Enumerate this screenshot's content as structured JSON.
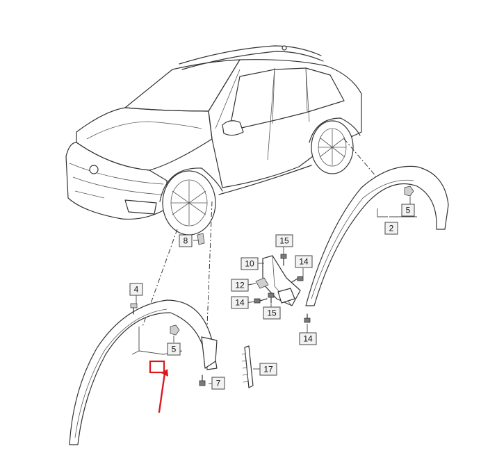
{
  "callouts": {
    "c2": "2",
    "c4": "4",
    "c5_front": "5",
    "c5_rear": "5",
    "c7": "7",
    "c8": "8",
    "c10": "10",
    "c12": "12",
    "c14_top": "14",
    "c14_left": "14",
    "c14_bottom": "14",
    "c15_top": "15",
    "c15_bottom": "15",
    "c17": "17"
  },
  "colors": {
    "highlight": "#e0161b",
    "line": "#333333",
    "callout_fill": "#f2f2f2"
  }
}
